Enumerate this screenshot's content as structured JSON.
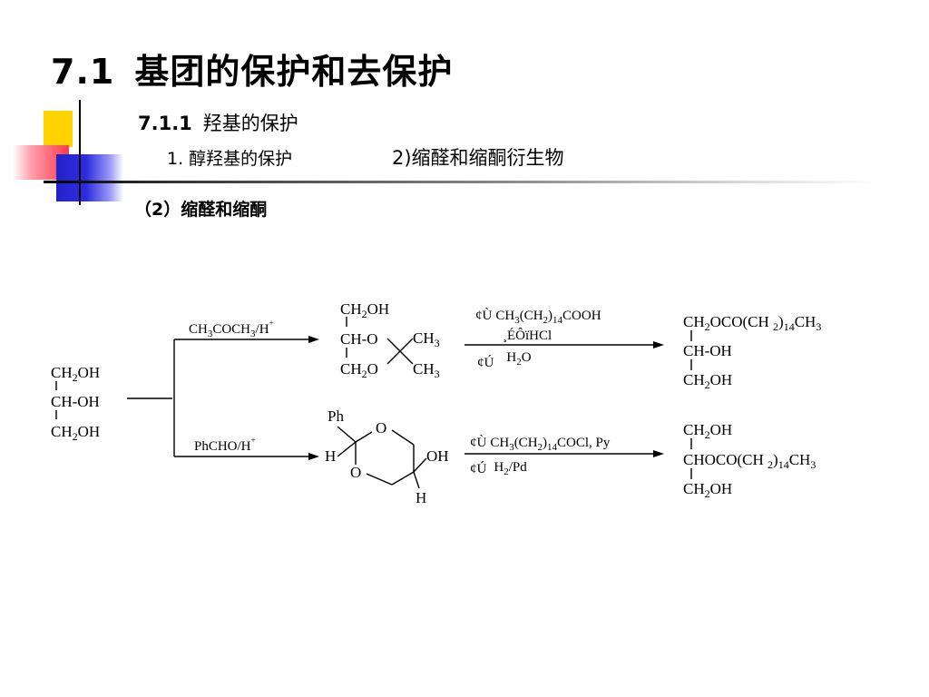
{
  "slide": {
    "title_number": "7.1",
    "title_text": "基团的保护和去保护",
    "subtitle_number": "7.1.1",
    "subtitle_text": "羟基的保护",
    "item_text": "1. 醇羟基的保护",
    "item_sub": "2)缩醛和缩酮衍生物",
    "section_label": "（2）缩醛和缩酮"
  },
  "scheme": {
    "start": {
      "line1": "CH",
      "line1_sub": "2",
      "line1_end": "OH",
      "line2": "CH-OH",
      "line3": "CH",
      "line3_sub": "2",
      "line3_end": "OH"
    },
    "upper": {
      "reagent": {
        "a": "CH",
        "a_sub": "3",
        "b": "COCH",
        "b_sub": "3",
        "c": "/H",
        "c_sup": "+"
      },
      "ketal": {
        "top": "CH",
        "top_sub": "2",
        "top_end": "OH",
        "mid": "CH-O",
        "low": "CH",
        "low_sub": "2",
        "low_end": "O",
        "me1": "CH",
        "me1_sub": "3",
        "me2": "CH",
        "me2_sub": "3"
      },
      "step1_prefix": "¢Ù",
      "step1_a": "CH",
      "step1_a_sub": "3",
      "step1_b": "(CH",
      "step1_b_sub": "2",
      "step1_c": ")",
      "step1_c_sub": "14",
      "step1_d": "COOH",
      "step1_cat": "¸ÉÔïHCl",
      "step2_prefix": "¢Ú",
      "step2_a": "H",
      "step2_a_sub": "2",
      "step2_b": "O",
      "product": {
        "top": "CH",
        "top_sub": "2",
        "top_b": "OCO(CH ",
        "top_sub2": "2",
        "top_c": ")",
        "top_sub3": "14",
        "top_d": "CH",
        "top_sub4": "3",
        "mid": "CH-OH",
        "low": "CH",
        "low_sub": "2",
        "low_end": "OH"
      }
    },
    "lower": {
      "reagent": {
        "a": "PhCHO/H",
        "a_sup": "+"
      },
      "acetal": {
        "ph": "Ph",
        "h": "H",
        "o1": "O",
        "o2": "O",
        "oh": "OH",
        "h2": "H"
      },
      "step1_prefix": "¢Ù",
      "step1_a": "CH",
      "step1_a_sub": "3",
      "step1_b": "(CH",
      "step1_b_sub": "2",
      "step1_c": ")",
      "step1_c_sub": "14",
      "step1_d": "COCl, Py",
      "step2_prefix": "¢Ú",
      "step2_a": "H",
      "step2_a_sub": "2",
      "step2_b": "/Pd",
      "product": {
        "top": "CH",
        "top_sub": "2",
        "top_end": "OH",
        "mid_a": "CHOCO(CH ",
        "mid_sub": "2",
        "mid_b": ")",
        "mid_sub2": "14",
        "mid_c": "CH",
        "mid_sub3": "3",
        "low": "CH",
        "low_sub": "2",
        "low_end": "OH"
      }
    }
  }
}
